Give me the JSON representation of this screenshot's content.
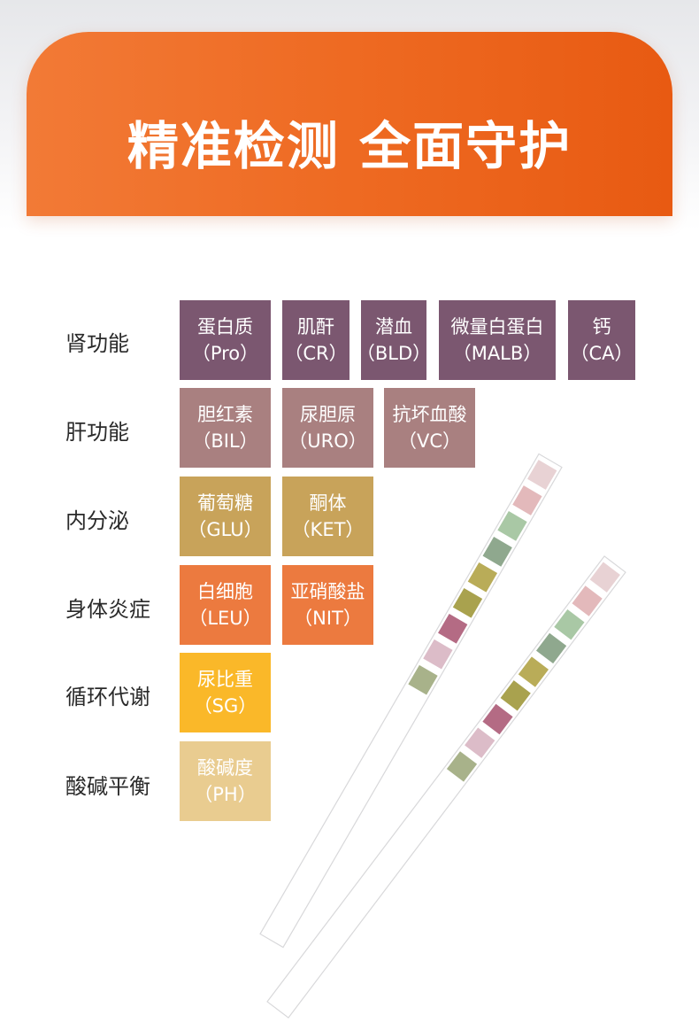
{
  "banner": {
    "title": "精准检测 全面守护"
  },
  "colors": {
    "kidney": "#7b5770",
    "liver": "#a98080",
    "endocrine": "#c8a35a",
    "inflammation": "#ec7a3f",
    "metabolism": "#fab829",
    "acid_base": "#e9cc90"
  },
  "rows": [
    {
      "label": "肾功能",
      "items": [
        {
          "name": "蛋白质",
          "code": "（Pro）"
        },
        {
          "name": "肌酐",
          "code": "（CR）"
        },
        {
          "name": "潜血",
          "code": "（BLD）"
        },
        {
          "name": "微量白蛋白",
          "code": "（MALB）"
        },
        {
          "name": "钙",
          "code": "（CA）"
        }
      ]
    },
    {
      "label": "肝功能",
      "items": [
        {
          "name": "胆红素",
          "code": "（BIL）"
        },
        {
          "name": "尿胆原",
          "code": "（URO）"
        },
        {
          "name": "抗坏血酸",
          "code": "（VC）"
        }
      ]
    },
    {
      "label": "内分泌",
      "items": [
        {
          "name": "葡萄糖",
          "code": "（GLU）"
        },
        {
          "name": "酮体",
          "code": "（KET）"
        }
      ]
    },
    {
      "label": "身体炎症",
      "items": [
        {
          "name": "白细胞",
          "code": "（LEU）"
        },
        {
          "name": "亚硝酸盐",
          "code": "（NIT）"
        }
      ]
    },
    {
      "label": "循环代谢",
      "items": [
        {
          "name": "尿比重",
          "code": "（SG）"
        }
      ]
    },
    {
      "label": "酸碱平衡",
      "items": [
        {
          "name": "酸碱度",
          "code": "（PH）"
        }
      ]
    }
  ],
  "strip_pad_colors": [
    "#e8d2d4",
    "#e3b9bb",
    "#a9c8a5",
    "#8fa88e",
    "#b9ac58",
    "#a9a24e",
    "#b46b84",
    "#dcbcc8",
    "#a8b28a"
  ]
}
